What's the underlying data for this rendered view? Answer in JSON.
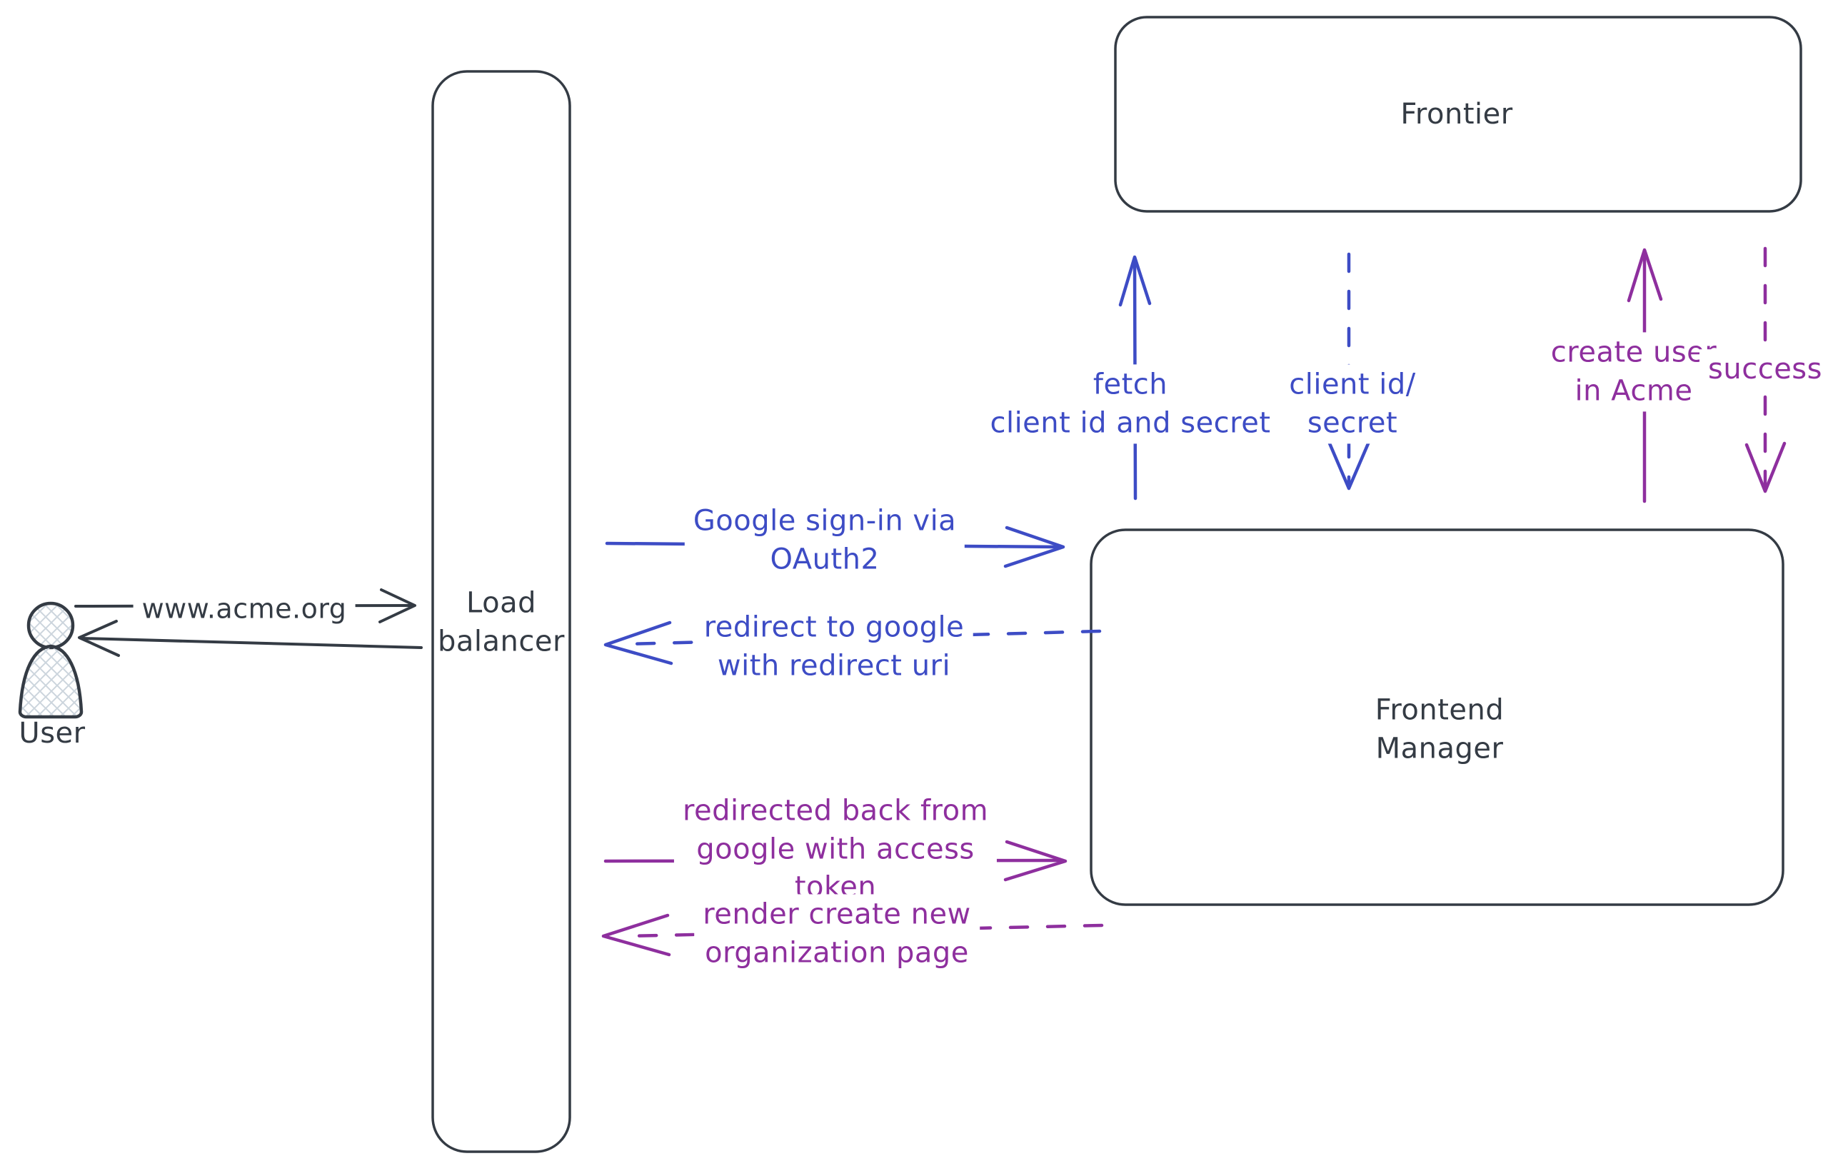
{
  "canvas": {
    "background": "#ffffff"
  },
  "colors": {
    "dark": "#343b44",
    "blue": "#3d4cc5",
    "purple": "#8e2f9e",
    "hatch_fill": "#ccd5dd"
  },
  "nodes": {
    "user": {
      "label": "User",
      "shape": "person"
    },
    "load_balancer": {
      "label": "Load\nbalancer",
      "shape": "rounded-rectangle"
    },
    "frontier": {
      "label": "Frontier",
      "shape": "rounded-rectangle"
    },
    "frontend_manager": {
      "label": "Frontend\nManager",
      "shape": "rounded-rectangle"
    }
  },
  "edges": {
    "www_request": {
      "label": "www.acme.org",
      "style": "solid",
      "color": "dark",
      "from": "user",
      "to": "load_balancer"
    },
    "www_response": {
      "label": "",
      "style": "solid",
      "color": "dark",
      "from": "load_balancer",
      "to": "user"
    },
    "google_signin": {
      "label": "Google sign-in via\nOAuth2",
      "style": "solid",
      "color": "blue",
      "from": "load_balancer",
      "to": "frontend_manager"
    },
    "redirect_to_google": {
      "label": "redirect to google\nwith redirect uri",
      "style": "dashed",
      "color": "blue",
      "from": "frontend_manager",
      "to": "load_balancer"
    },
    "redirected_back": {
      "label": "redirected back from\ngoogle with access\ntoken",
      "style": "solid",
      "color": "purple",
      "from": "load_balancer",
      "to": "frontend_manager"
    },
    "render_create_org": {
      "label": "render create new\norganization page",
      "style": "dashed",
      "color": "purple",
      "from": "frontend_manager",
      "to": "load_balancer"
    },
    "fetch_client": {
      "label": "fetch\nclient id and secret",
      "style": "solid",
      "color": "blue",
      "from": "frontend_manager",
      "to": "frontier"
    },
    "client_id_secret": {
      "label": "client id/\nsecret",
      "style": "dashed",
      "color": "blue",
      "from": "frontier",
      "to": "frontend_manager"
    },
    "create_user": {
      "label": "create user\nin Acme",
      "style": "solid",
      "color": "purple",
      "from": "frontend_manager",
      "to": "frontier"
    },
    "success": {
      "label": "success",
      "style": "dashed",
      "color": "purple",
      "from": "frontier",
      "to": "frontend_manager"
    }
  }
}
